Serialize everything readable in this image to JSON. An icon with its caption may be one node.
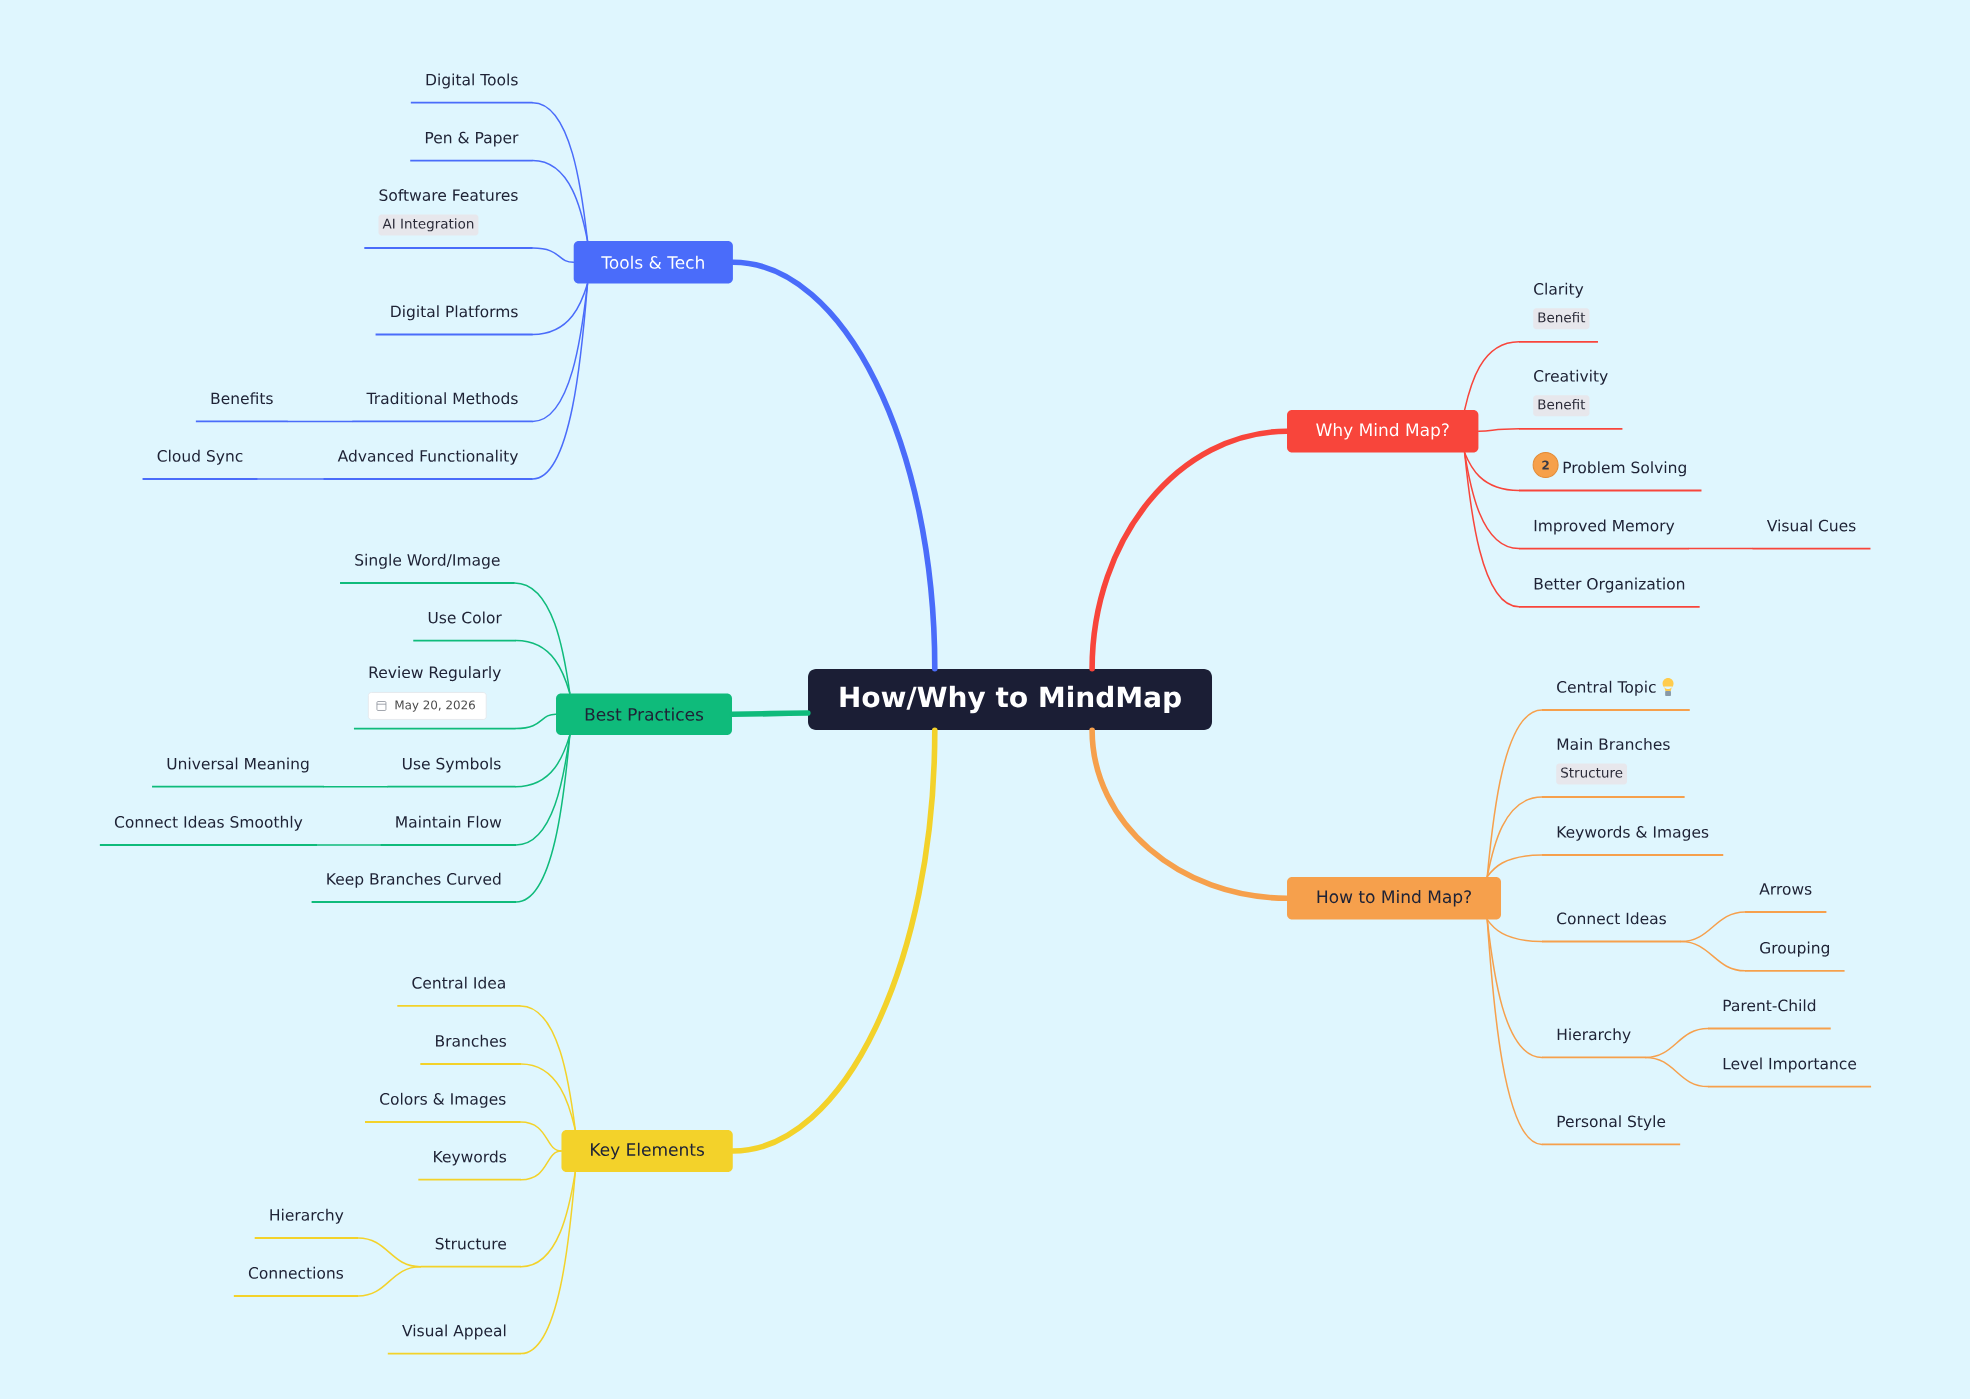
{
  "diagram": {
    "nodes": [
      {
        "text": [
          "How/Why to MindMap"
        ]
      },
      {
        "text": [
          "Tools & Tech"
        ]
      },
      {
        "text": [
          "Digital Tools"
        ]
      },
      {
        "text": [
          "Pen & Paper"
        ]
      },
      {
        "text": [
          "Software Features",
          "AI Integration"
        ]
      },
      {
        "text": [
          "Digital Platforms"
        ]
      },
      {
        "text": [
          "Traditional Methods"
        ]
      },
      {
        "text": [
          "Benefits"
        ]
      },
      {
        "text": [
          "Advanced Functionality"
        ]
      },
      {
        "text": [
          "Cloud Sync"
        ]
      },
      {
        "text": [
          "Best Practices"
        ]
      },
      {
        "text": [
          "Single Word/Image"
        ]
      },
      {
        "text": [
          "Use Color"
        ]
      },
      {
        "text": [
          "Review Regularly",
          "May 20, 2026"
        ]
      },
      {
        "text": [
          "Use Symbols"
        ]
      },
      {
        "text": [
          "Universal Meaning"
        ]
      },
      {
        "text": [
          "Maintain Flow"
        ]
      },
      {
        "text": [
          "Connect Ideas Smoothly"
        ]
      },
      {
        "text": [
          "Keep Branches Curved"
        ]
      },
      {
        "text": [
          "Key Elements"
        ]
      },
      {
        "text": [
          "Central Idea"
        ]
      },
      {
        "text": [
          "Branches"
        ]
      },
      {
        "text": [
          "Colors & Images"
        ]
      },
      {
        "text": [
          "Keywords"
        ]
      },
      {
        "text": [
          "Structure"
        ]
      },
      {
        "text": [
          "Hierarchy"
        ]
      },
      {
        "text": [
          "Connections"
        ]
      },
      {
        "text": [
          "Visual Appeal"
        ]
      },
      {
        "text": [
          "Why Mind Map?"
        ]
      },
      {
        "text": [
          "Clarity",
          "Benefit"
        ]
      },
      {
        "text": [
          "Creativity",
          "Benefit"
        ]
      },
      {
        "text": [
          "2",
          "Problem Solving"
        ]
      },
      {
        "text": [
          "Improved Memory"
        ]
      },
      {
        "text": [
          "Visual Cues"
        ]
      },
      {
        "text": [
          "Better Organization"
        ]
      },
      {
        "text": [
          "How to Mind Map?"
        ]
      },
      {
        "text": [
          "Central Topic"
        ]
      },
      {
        "text": [
          "Main Branches",
          "Structure"
        ]
      },
      {
        "text": [
          "Keywords & Images"
        ]
      },
      {
        "text": [
          "Connect Ideas"
        ]
      },
      {
        "text": [
          "Arrows"
        ]
      },
      {
        "text": [
          "Grouping"
        ]
      },
      {
        "text": [
          "Hierarchy"
        ]
      },
      {
        "text": [
          "Parent-Child"
        ]
      },
      {
        "text": [
          "Level Importance"
        ]
      },
      {
        "text": [
          "Personal Style"
        ]
      }
    ],
    "edges": [
      {
        "from": 0,
        "to": 1,
        "arrow": "none",
        "style": "thick",
        "color": "#4a6cfa"
      },
      {
        "from": 0,
        "to": 10,
        "arrow": "none",
        "style": "thick",
        "color": "#0fbb7b"
      },
      {
        "from": 0,
        "to": 19,
        "arrow": "none",
        "style": "thick",
        "color": "#f3d22a"
      },
      {
        "from": 0,
        "to": 28,
        "arrow": "none",
        "style": "thick",
        "color": "#f8453b"
      },
      {
        "from": 0,
        "to": 35,
        "arrow": "none",
        "style": "thick",
        "color": "#f6a04c"
      },
      {
        "from": 1,
        "to": 2,
        "arrow": "none",
        "color": "#4a6cfa"
      },
      {
        "from": 1,
        "to": 3,
        "arrow": "none",
        "color": "#4a6cfa"
      },
      {
        "from": 1,
        "to": 4,
        "arrow": "none",
        "color": "#4a6cfa"
      },
      {
        "from": 1,
        "to": 5,
        "arrow": "none",
        "color": "#4a6cfa"
      },
      {
        "from": 1,
        "to": 6,
        "arrow": "none",
        "color": "#4a6cfa"
      },
      {
        "from": 6,
        "to": 7,
        "arrow": "none",
        "color": "#4a6cfa"
      },
      {
        "from": 1,
        "to": 8,
        "arrow": "none",
        "color": "#4a6cfa"
      },
      {
        "from": 8,
        "to": 9,
        "arrow": "none",
        "color": "#4a6cfa"
      },
      {
        "from": 10,
        "to": 11,
        "arrow": "none",
        "color": "#0fbb7b"
      },
      {
        "from": 10,
        "to": 12,
        "arrow": "none",
        "color": "#0fbb7b"
      },
      {
        "from": 10,
        "to": 13,
        "arrow": "none",
        "color": "#0fbb7b"
      },
      {
        "from": 10,
        "to": 14,
        "arrow": "none",
        "color": "#0fbb7b"
      },
      {
        "from": 14,
        "to": 15,
        "arrow": "none",
        "color": "#0fbb7b"
      },
      {
        "from": 10,
        "to": 16,
        "arrow": "none",
        "color": "#0fbb7b"
      },
      {
        "from": 16,
        "to": 17,
        "arrow": "none",
        "color": "#0fbb7b"
      },
      {
        "from": 10,
        "to": 18,
        "arrow": "none",
        "color": "#0fbb7b"
      },
      {
        "from": 19,
        "to": 20,
        "arrow": "none",
        "color": "#f3d22a"
      },
      {
        "from": 19,
        "to": 21,
        "arrow": "none",
        "color": "#f3d22a"
      },
      {
        "from": 19,
        "to": 22,
        "arrow": "none",
        "color": "#f3d22a"
      },
      {
        "from": 19,
        "to": 23,
        "arrow": "none",
        "color": "#f3d22a"
      },
      {
        "from": 19,
        "to": 24,
        "arrow": "none",
        "color": "#f3d22a"
      },
      {
        "from": 24,
        "to": 25,
        "arrow": "none",
        "color": "#f3d22a"
      },
      {
        "from": 24,
        "to": 26,
        "arrow": "none",
        "color": "#f3d22a"
      },
      {
        "from": 19,
        "to": 27,
        "arrow": "none",
        "color": "#f3d22a"
      },
      {
        "from": 28,
        "to": 29,
        "arrow": "none",
        "color": "#f8453b"
      },
      {
        "from": 28,
        "to": 30,
        "arrow": "none",
        "color": "#f8453b"
      },
      {
        "from": 28,
        "to": 31,
        "arrow": "none",
        "color": "#f8453b"
      },
      {
        "from": 28,
        "to": 32,
        "arrow": "none",
        "color": "#f8453b"
      },
      {
        "from": 32,
        "to": 33,
        "arrow": "none",
        "color": "#f8453b"
      },
      {
        "from": 28,
        "to": 34,
        "arrow": "none",
        "color": "#f8453b"
      },
      {
        "from": 35,
        "to": 36,
        "arrow": "none",
        "color": "#f6a04c"
      },
      {
        "from": 35,
        "to": 37,
        "arrow": "none",
        "color": "#f6a04c"
      },
      {
        "from": 35,
        "to": 38,
        "arrow": "none",
        "color": "#f6a04c"
      },
      {
        "from": 35,
        "to": 39,
        "arrow": "none",
        "color": "#f6a04c"
      },
      {
        "from": 39,
        "to": 40,
        "arrow": "none",
        "color": "#f6a04c"
      },
      {
        "from": 39,
        "to": 41,
        "arrow": "none",
        "color": "#f6a04c"
      },
      {
        "from": 35,
        "to": 42,
        "arrow": "none",
        "color": "#f6a04c"
      },
      {
        "from": 42,
        "to": 43,
        "arrow": "none",
        "color": "#f6a04c"
      },
      {
        "from": 42,
        "to": 44,
        "arrow": "none",
        "color": "#f6a04c"
      },
      {
        "from": 35,
        "to": 45,
        "arrow": "none",
        "color": "#f6a04c"
      }
    ]
  }
}
